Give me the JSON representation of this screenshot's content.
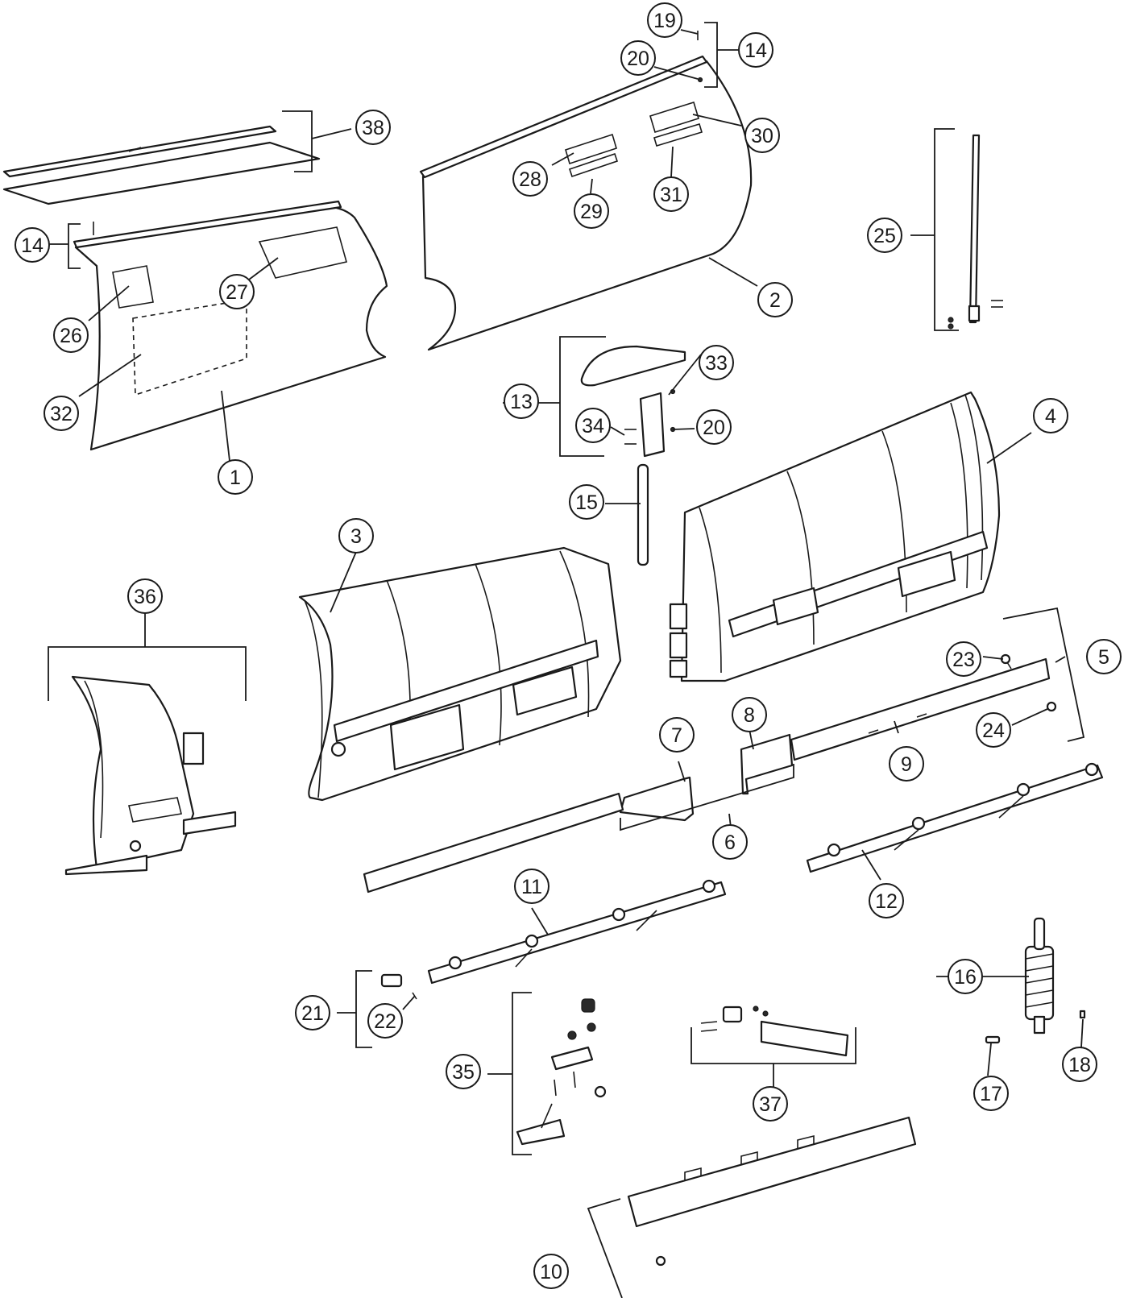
{
  "callouts": [
    {
      "id": "c1",
      "label": "1"
    },
    {
      "id": "c2",
      "label": "2"
    },
    {
      "id": "c3",
      "label": "3"
    },
    {
      "id": "c4",
      "label": "4"
    },
    {
      "id": "c5",
      "label": "5"
    },
    {
      "id": "c6",
      "label": "6"
    },
    {
      "id": "c7",
      "label": "7"
    },
    {
      "id": "c8",
      "label": "8"
    },
    {
      "id": "c9",
      "label": "9"
    },
    {
      "id": "c10",
      "label": "10"
    },
    {
      "id": "c11",
      "label": "11"
    },
    {
      "id": "c12",
      "label": "12"
    },
    {
      "id": "c13",
      "label": "13"
    },
    {
      "id": "c14a",
      "label": "14"
    },
    {
      "id": "c14b",
      "label": "14"
    },
    {
      "id": "c15",
      "label": "15"
    },
    {
      "id": "c16",
      "label": "16"
    },
    {
      "id": "c17",
      "label": "17"
    },
    {
      "id": "c18",
      "label": "18"
    },
    {
      "id": "c19",
      "label": "19"
    },
    {
      "id": "c20a",
      "label": "20"
    },
    {
      "id": "c20b",
      "label": "20"
    },
    {
      "id": "c21",
      "label": "21"
    },
    {
      "id": "c22",
      "label": "22"
    },
    {
      "id": "c23",
      "label": "23"
    },
    {
      "id": "c24",
      "label": "24"
    },
    {
      "id": "c25",
      "label": "25"
    },
    {
      "id": "c26",
      "label": "26"
    },
    {
      "id": "c27",
      "label": "27"
    },
    {
      "id": "c28",
      "label": "28"
    },
    {
      "id": "c29",
      "label": "29"
    },
    {
      "id": "c30",
      "label": "30"
    },
    {
      "id": "c31",
      "label": "31"
    },
    {
      "id": "c32",
      "label": "32"
    },
    {
      "id": "c33",
      "label": "33"
    },
    {
      "id": "c34",
      "label": "34"
    },
    {
      "id": "c35",
      "label": "35"
    },
    {
      "id": "c36",
      "label": "36"
    },
    {
      "id": "c37",
      "label": "37"
    },
    {
      "id": "c38",
      "label": "38"
    }
  ],
  "colors": {
    "line": "#1a1a1a",
    "background": "#ffffff"
  }
}
